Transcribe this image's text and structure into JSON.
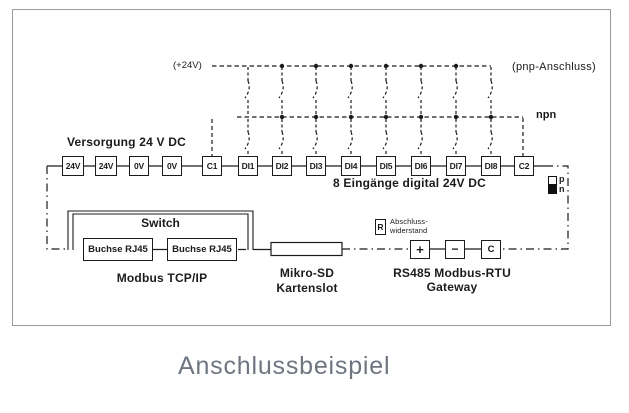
{
  "caption": "Anschlussbeispiel",
  "colors": {
    "diagram_line": "#1b1b1b",
    "frame_border": "#9a9a9a",
    "caption_text": "#6e7580",
    "npn_switch_fill": "#111111"
  },
  "top_section": {
    "plus24v_label": "(+24V)",
    "pnp_label": "(pnp-Anschluss)",
    "npn_label": "npn"
  },
  "terminal_row": {
    "power_label": "Versorgung 24 V DC",
    "inputs_label": "8 Eingänge digital 24V DC",
    "terminals": [
      "24V",
      "24V",
      "0V",
      "0V",
      "C1",
      "DI1",
      "DI2",
      "DI3",
      "DI4",
      "DI5",
      "DI6",
      "DI7",
      "DI8",
      "C2"
    ]
  },
  "pn_switch": {
    "p_label": "p",
    "n_label": "n"
  },
  "ethernet": {
    "switch_label": "Switch",
    "port1": "Buchse RJ45",
    "port2": "Buchse RJ45",
    "caption": "Modbus TCP/IP"
  },
  "sd_slot": {
    "line1": "Mikro-SD",
    "line2": "Kartenslot"
  },
  "rs485": {
    "resistor": "R",
    "resistor_note_line1": "Abschluss-",
    "resistor_note_line2": "widerstand",
    "plus": "+",
    "minus": "−",
    "common": "C",
    "line1": "RS485 Modbus-RTU",
    "line2": "Gateway"
  }
}
